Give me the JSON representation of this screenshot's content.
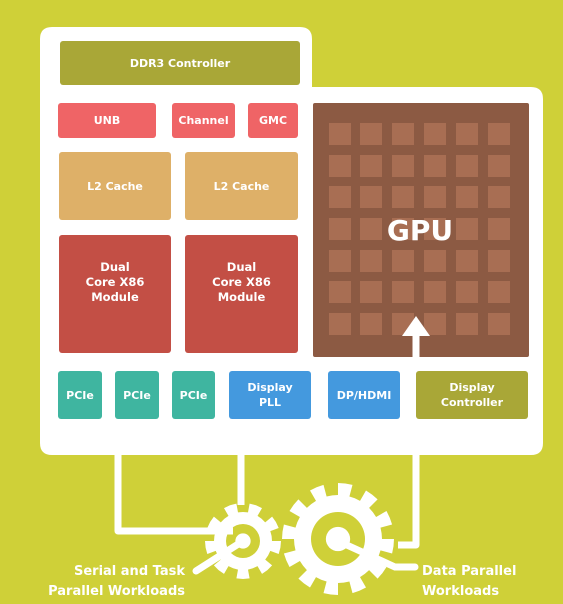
{
  "colors": {
    "background": "#cfd038",
    "board": "#ffffff",
    "ddr3": "#a9a737",
    "red_chip": "#ef6466",
    "l2_cache": "#deb068",
    "core_module": "#c34f45",
    "gpu": "#8c5a43",
    "gpu_cell": "#a86e53",
    "pcie": "#3fb5a0",
    "blue": "#4499de",
    "display_controller": "#a9a737",
    "gear": "#ffffff",
    "arrow": "#ffffff"
  },
  "board": {
    "ddr3_controller": "DDR3 Controller",
    "unb": "UNB",
    "channel": "Channel",
    "gmc": "GMC",
    "l2_cache_left": "L2 Cache",
    "l2_cache_right": "L2 Cache",
    "core_left": "Dual\nCore X86\nModule",
    "core_right": "Dual\nCore X86\nModule",
    "gpu": "GPU",
    "pcie_1": "PCIe",
    "pcie_2": "PCIe",
    "pcie_3": "PCIe",
    "display_pll": "Display\nPLL",
    "dp_hdmi": "DP/HDMI",
    "display_controller": "Display\nController"
  },
  "captions": {
    "serial_task": "Serial and Task\nParallel Workloads",
    "data_parallel": "Data Parallel\nWorkloads"
  },
  "icons": [
    "gear-icon",
    "arrow-up-icon"
  ]
}
